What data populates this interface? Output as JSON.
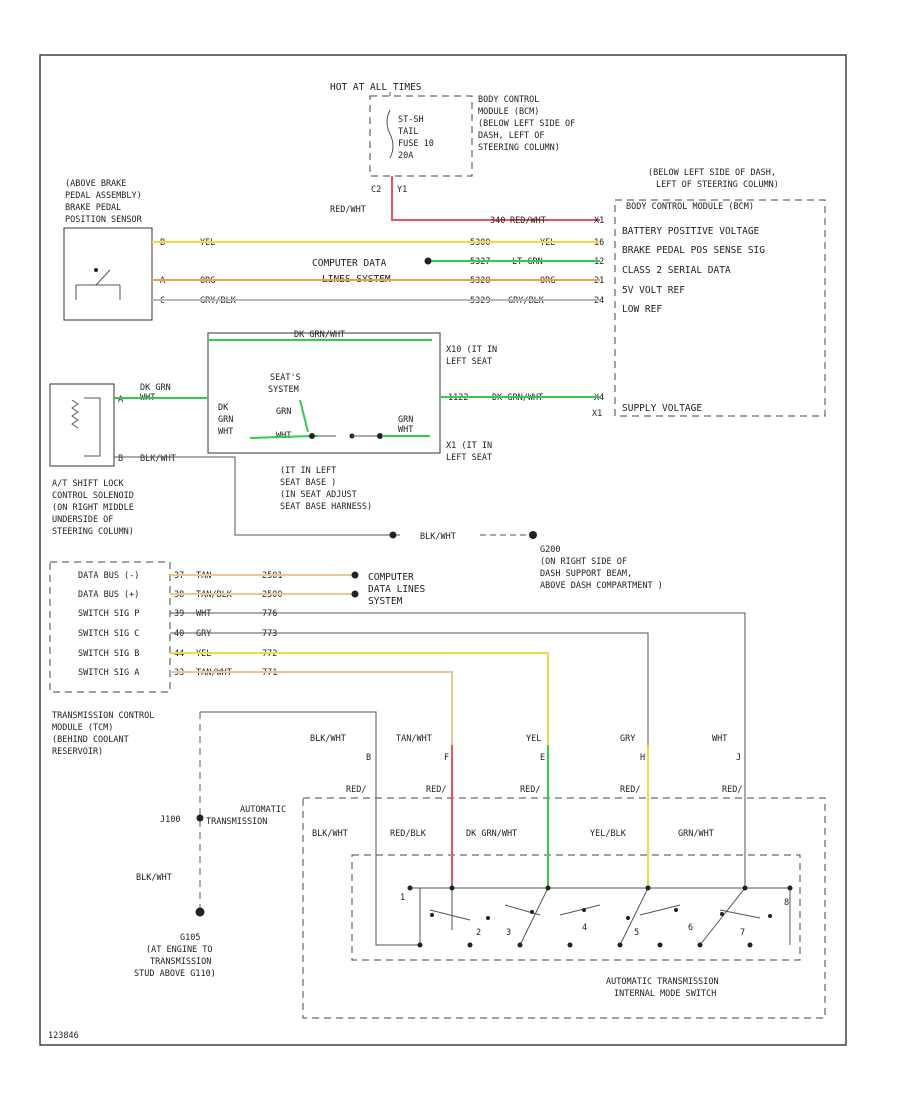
{
  "diagram_id": "123846",
  "colors": {
    "red": "#e8545c",
    "yellow": "#efd84a",
    "green": "#36c94b",
    "orange": "#f0a04a",
    "grey": "#b8b8b8",
    "tan": "#e8c890",
    "black": "#444444",
    "white": "#c8c8c8"
  },
  "fuse_block": {
    "hot_label": "HOT AT ALL TIMES",
    "fuse_lines": [
      "ST-SH",
      "TAIL",
      "FUSE 10",
      "20A"
    ],
    "location_lines": [
      "BODY CONTROL",
      "MODULE (BCM)",
      "(BELOW LEFT SIDE OF",
      "DASH, LEFT OF",
      "STEERING COLUMN)"
    ],
    "pin_left": "C2",
    "pin_right": "Y1",
    "wire_color": "RED/WHT"
  },
  "bcm": {
    "location_lines": [
      "(BELOW LEFT SIDE OF DASH,",
      "LEFT OF STEERING COLUMN)"
    ],
    "title": "BODY CONTROL MODULE (BCM)",
    "pins": [
      {
        "ckt": "340",
        "color": "RED/WHT",
        "pin": "X1",
        "label": "BATTERY POSITIVE VOLTAGE"
      },
      {
        "ckt": "5300",
        "color": "YEL",
        "pin": "16",
        "label": "BRAKE PEDAL POS SENSE SIG"
      },
      {
        "ckt": "5327",
        "color": "LT GRN",
        "pin": "12",
        "label": "CLASS 2 SERIAL DATA"
      },
      {
        "ckt": "5320",
        "color": "ORG",
        "pin": "21",
        "label": "5V VOLT REF"
      },
      {
        "ckt": "5329",
        "color": "GRY/BLK",
        "pin": "24",
        "label": "LOW REF"
      }
    ],
    "supply_label": "SUPPLY VOLTAGE",
    "supply_ckt": "1122",
    "supply_color": "DK GRN/WHT",
    "supply_pin": "X4",
    "supply_conn": "X1"
  },
  "brake_sensor": {
    "location_lines": [
      "(ABOVE BRAKE",
      "PEDAL ASSEMBLY)",
      "BRAKE PEDAL",
      "POSITION SENSOR"
    ],
    "pins": [
      {
        "pin": "B",
        "color": "YEL"
      },
      {
        "pin": "A",
        "color": "ORG"
      },
      {
        "pin": "C",
        "color": "GRY/BLK"
      }
    ],
    "computer_data": [
      "COMPUTER DATA",
      "LINES SYSTEM"
    ]
  },
  "seat_section": {
    "top_wire": "DK GRN/WHT",
    "heated_label": [
      "SEAT'S",
      "SYSTEM"
    ],
    "left_colors": [
      "DK",
      "GRN",
      "WHT"
    ],
    "mid_color": [
      "GRN",
      "WHT"
    ],
    "right_color": [
      "GRN",
      "WHT"
    ],
    "top_conn": [
      "X10 (IT IN",
      "LEFT SEAT"
    ],
    "bottom_conn": [
      "X1 (IT IN",
      "LEFT SEAT"
    ],
    "base_lines": [
      "(IT IN LEFT",
      "SEAT BASE )",
      "(IN SEAT ADJUST",
      "SEAT BASE HARNESS)"
    ]
  },
  "shift_solenoid": {
    "wire_top": "DK GRN",
    "wire_top2": "WHT",
    "wire_bottom": "BLK/WHT",
    "pin_top": "A",
    "pin_bottom": "B",
    "label_lines": [
      "A/T SHIFT LOCK",
      "CONTROL SOLENOID",
      "(ON RIGHT MIDDLE",
      "UNDERSIDE OF",
      "STEERING COLUMN)"
    ]
  },
  "ground_g200": {
    "wire": "BLK/WHT",
    "label_lines": [
      "G200",
      "(ON RIGHT SIDE OF",
      "DASH SUPPORT BEAM,",
      "ABOVE DASH COMPARTMENT )"
    ]
  },
  "tcm": {
    "rows": [
      {
        "pin": "37",
        "label": "DATA BUS (-)",
        "color": "TAN",
        "ckt": "2501"
      },
      {
        "pin": "38",
        "label": "DATA BUS (+)",
        "color": "TAN/BLK",
        "ckt": "2500"
      },
      {
        "pin": "39",
        "label": "SWITCH SIG P",
        "color": "WHT",
        "ckt": "776"
      },
      {
        "pin": "40",
        "label": "SWITCH SIG C",
        "color": "GRY",
        "ckt": "773"
      },
      {
        "pin": "44",
        "label": "SWITCH SIG B",
        "color": "YEL",
        "ckt": "772"
      },
      {
        "pin": "33",
        "label": "SWITCH SIG A",
        "color": "TAN/WHT",
        "ckt": "771"
      }
    ],
    "computer_data": [
      "COMPUTER",
      "DATA LINES",
      "SYSTEM"
    ],
    "label_lines": [
      "TRANSMISSION CONTROL",
      "MODULE (TCM)",
      "(BEHIND COOLANT",
      "RESERVOIR)"
    ]
  },
  "trans_connector": {
    "name": [
      "AUTOMATIC",
      "TRANSMISSION"
    ],
    "columns": [
      {
        "top": "BLK/WHT",
        "pin": "B",
        "mid": "RED/",
        "bottom": "BLK/WHT"
      },
      {
        "top": "TAN/WHT",
        "pin": "F",
        "mid": "RED/",
        "bottom": "RED/BLK"
      },
      {
        "top": "YEL",
        "pin": "E",
        "mid": "RED/",
        "bottom": "DK GRN/WHT"
      },
      {
        "top": "GRY",
        "pin": "H",
        "mid": "RED/",
        "bottom": "YEL/BLK"
      },
      {
        "top": "WHT",
        "pin": "J",
        "mid": "RED/",
        "bottom": "GRN/WHT"
      }
    ],
    "switch_label": [
      "AUTOMATIC TRANSMISSION",
      "INTERNAL MODE SWITCH"
    ],
    "switch_pins": [
      "1",
      "2",
      "3",
      "4",
      "5",
      "6",
      "7",
      "8"
    ]
  },
  "ground_g105": {
    "wire": "BLK/WHT",
    "splice": "J100",
    "label_lines": [
      "G105",
      "(AT ENGINE TO",
      "TRANSMISSION",
      "STUD ABOVE G110)"
    ]
  }
}
